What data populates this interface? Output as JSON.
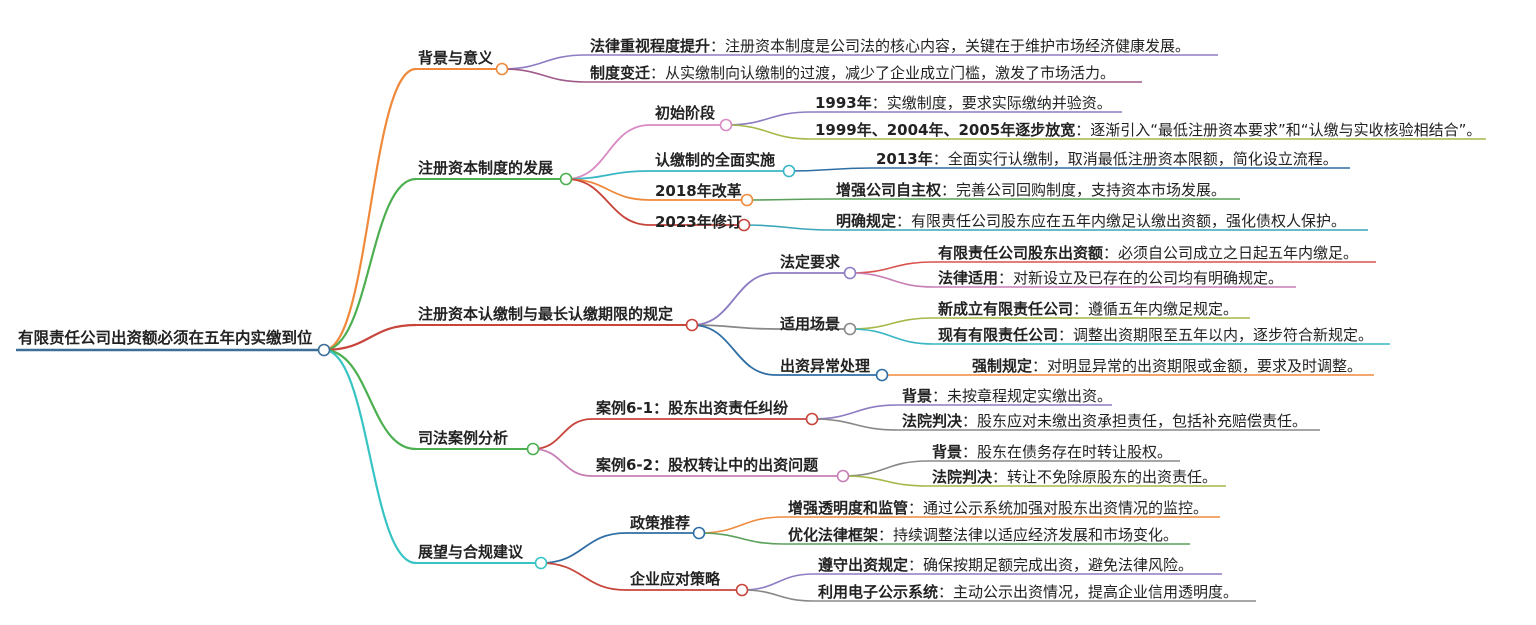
{
  "root": {
    "label": "有限责任公司出资额必须在五年内实缴到位",
    "color": "#3c6e97"
  },
  "branches": [
    {
      "label": "背景与意义",
      "color": "#ef8a3c",
      "leaves": [
        {
          "title": "法律重视程度提升",
          "desc": "：注册资本制度是公司法的核心内容，关键在于维护市场经济健康发展。",
          "color": "#8e7cc3"
        },
        {
          "title": "制度变迁",
          "desc": "：从实缴制向认缴制的过渡，减少了企业成立门槛，激发了市场活力。",
          "color": "#a05a8a"
        }
      ]
    },
    {
      "label": "注册资本制度的发展",
      "color": "#4caf50",
      "subs": [
        {
          "label": "初始阶段",
          "color": "#d88ac4",
          "leaves": [
            {
              "title": "1993年",
              "desc": "：实缴制度，要求实际缴纳并验资。",
              "color": "#8e7cc3"
            },
            {
              "title": "1999年、2004年、2005年逐步放宽",
              "desc": "：逐渐引入“最低注册资本要求”和“认缴与实收核验相结合”。",
              "color": "#a5b94a"
            }
          ]
        },
        {
          "label": "认缴制的全面实施",
          "color": "#39b6c4",
          "leaves": [
            {
              "title": "2013年",
              "desc": "：全面实行认缴制，取消最低注册资本限额，简化设立流程。",
              "color": "#2f6ea5"
            }
          ]
        },
        {
          "label": "2018年改革",
          "color": "#ef8a3c",
          "leaves": [
            {
              "title": "增强公司自主权",
              "desc": "：完善公司回购制度，支持资本市场发展。",
              "color": "#5aa05a"
            }
          ]
        },
        {
          "label": "2023年修订",
          "color": "#c8453c",
          "leaves": [
            {
              "title": "明确规定",
              "desc": "：有限责任公司股东应在五年内缴足认缴出资额，强化债权人保护。",
              "color": "#3aa6b9"
            }
          ]
        }
      ]
    },
    {
      "label": "注册资本认缴制与最长认缴期限的规定",
      "color": "#c8453c",
      "subs": [
        {
          "label": "法定要求",
          "color": "#8e7cc3",
          "leaves": [
            {
              "title": "有限责任公司股东出资额",
              "desc": "：必须自公司成立之日起五年内缴足。",
              "color": "#d9534f"
            },
            {
              "title": "法律适用",
              "desc": "：对新设立及已存在的公司均有明确规定。",
              "color": "#c77fb5"
            }
          ]
        },
        {
          "label": "适用场景",
          "color": "#888888",
          "leaves": [
            {
              "title": "新成立有限责任公司",
              "desc": "：遵循五年内缴足规定。",
              "color": "#a5b94a"
            },
            {
              "title": "现有有限责任公司",
              "desc": "：调整出资期限至五年以内，逐步符合新规定。",
              "color": "#39b6c4"
            }
          ]
        },
        {
          "label": "出资异常处理",
          "color": "#2f6ea5",
          "leaves": [
            {
              "title": "强制规定",
              "desc": "：对明显异常的出资期限或金额，要求及时调整。",
              "color": "#ef8a3c"
            }
          ]
        }
      ]
    },
    {
      "label": "司法案例分析",
      "color": "#4caf50",
      "subs": [
        {
          "label": "案例6-1：股东出资责任纠纷",
          "color": "#c8453c",
          "leaves": [
            {
              "title": "背景",
              "desc": "：未按章程规定实缴出资。",
              "color": "#8e7cc3"
            },
            {
              "title": "法院判决",
              "desc": "：股东应对未缴出资承担责任，包括补充赔偿责任。",
              "color": "#888888"
            }
          ]
        },
        {
          "label": "案例6-2：股权转让中的出资问题",
          "color": "#c77fb5",
          "leaves": [
            {
              "title": "背景",
              "desc": "：股东在债务存在时转让股权。",
              "color": "#888888"
            },
            {
              "title": "法院判决",
              "desc": "：转让不免除原股东的出资责任。",
              "color": "#a5b94a"
            }
          ]
        }
      ]
    },
    {
      "label": "展望与合规建议",
      "color": "#39c4c4",
      "subs": [
        {
          "label": "政策推荐",
          "color": "#2f6ea5",
          "leaves": [
            {
              "title": "增强透明度和监管",
              "desc": "：通过公示系统加强对股东出资情况的监控。",
              "color": "#ef8a3c"
            },
            {
              "title": "优化法律框架",
              "desc": "：持续调整法律以适应经济发展和市场变化。",
              "color": "#5aa05a"
            }
          ]
        },
        {
          "label": "企业应对策略",
          "color": "#c8453c",
          "leaves": [
            {
              "title": "遵守出资规定",
              "desc": "：确保按期足额完成出资，避免法律风险。",
              "color": "#8e7cc3"
            },
            {
              "title": "利用电子公示系统",
              "desc": "：主动公示出资情况，提高企业信用透明度。",
              "color": "#888888"
            }
          ]
        }
      ]
    }
  ]
}
